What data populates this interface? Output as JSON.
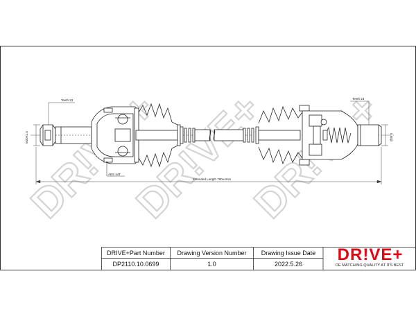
{
  "watermark": {
    "text": "DR!VE+",
    "color": "#d4d4d4"
  },
  "annotations": {
    "teeth_left": "Teeth 23",
    "teeth_right": "Teeth 23",
    "spline_dia_left": "M20X1.5",
    "spline_dia_right": "Ø36.5",
    "abs_ring": "ABS 44T",
    "extended_length": "Extended Length 780±4mm"
  },
  "title_block": {
    "headers": [
      "DRIVE+Part Number",
      "Drawing Version Number",
      "Drawing Issue Date"
    ],
    "values": [
      "DP2110.10.0699",
      "1.0",
      "2022.5.26"
    ]
  },
  "logo": {
    "text": "DR!VE+",
    "tagline": "OE MATCHING QUALITY AT ITS BEST",
    "color": "#e30613"
  }
}
